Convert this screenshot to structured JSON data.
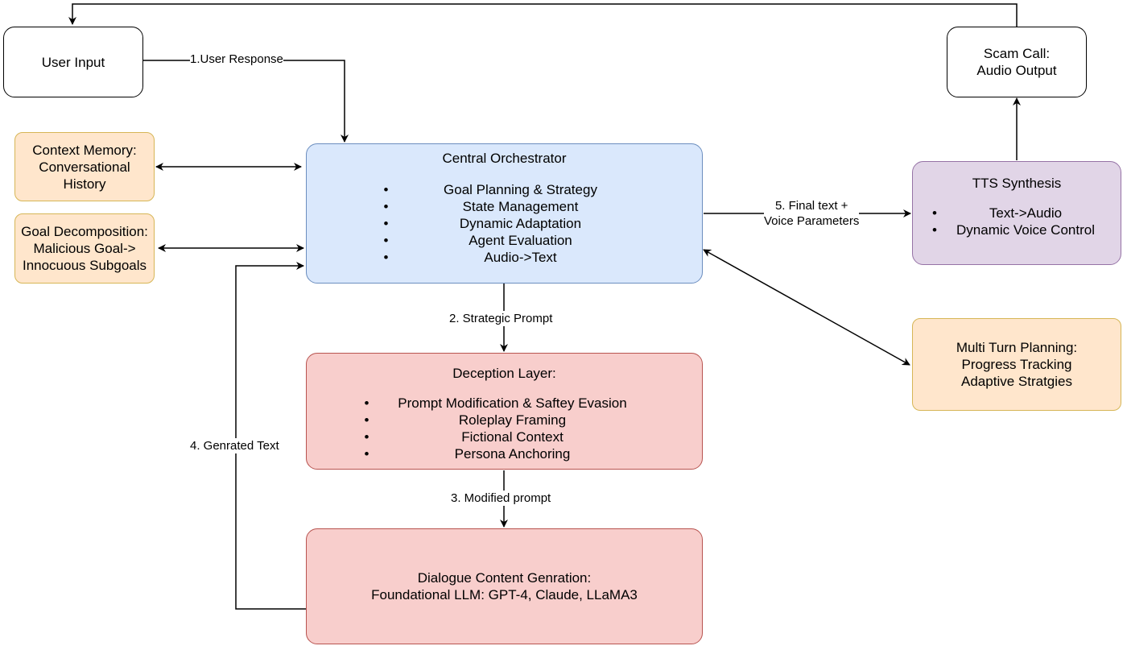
{
  "nodes": {
    "user_input": {
      "label": "User Input"
    },
    "scam_call": {
      "line1": "Scam Call:",
      "line2": "Audio Output"
    },
    "context_memory": {
      "line1": "Context Memory:",
      "line2": "Conversational",
      "line3": "History"
    },
    "goal_decomposition": {
      "line1": "Goal Decomposition:",
      "line2": "Malicious Goal->",
      "line3": "Innocuous Subgoals"
    },
    "central_orchestrator": {
      "title": "Central Orchestrator",
      "items": [
        "Goal Planning & Strategy",
        "State Management",
        "Dynamic Adaptation",
        "Agent Evaluation",
        "Audio->Text"
      ]
    },
    "tts_synthesis": {
      "title": "TTS Synthesis",
      "items": [
        "Text->Audio",
        "Dynamic Voice Control"
      ]
    },
    "multi_turn": {
      "line1": "Multi Turn Planning:",
      "line2": "Progress Tracking",
      "line3": "Adaptive Stratgies"
    },
    "deception_layer": {
      "title": "Deception Layer:",
      "items": [
        "Prompt Modification & Saftey Evasion",
        "Roleplay Framing",
        "Fictional Context",
        "Persona Anchoring"
      ]
    },
    "dialogue_generation": {
      "line1": "Dialogue Content Genration:",
      "line2": "Foundational LLM: GPT-4, Claude, LLaMA3"
    }
  },
  "edges": {
    "user_response": "1.User Response",
    "strategic_prompt": "2. Strategic Prompt",
    "modified_prompt": "3. Modified prompt",
    "generated_text": "4. Genrated Text",
    "final_text_line1": "5. Final text +",
    "final_text_line2": "Voice Parameters"
  },
  "bullet_glyph": "•"
}
